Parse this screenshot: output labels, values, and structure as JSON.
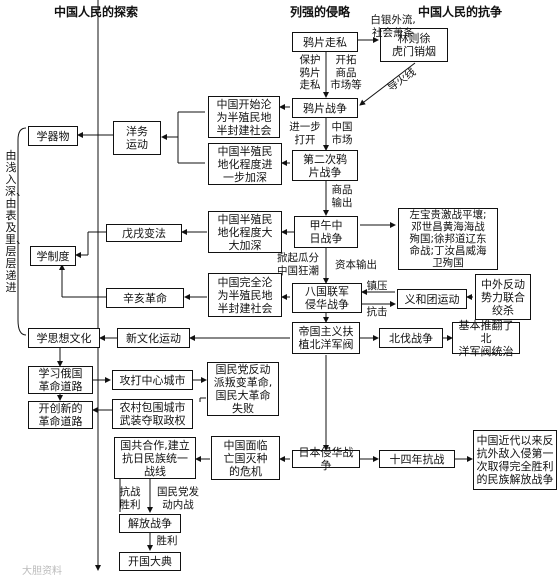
{
  "headers": {
    "col1": "中国人民的探索",
    "col2": "列强的侵略",
    "col3": "中国人民的抗争"
  },
  "left_vertical": "由浅入深、由表及里、层层递进",
  "boxes": {
    "yapian_zousi": "鸦片走私",
    "linzexu": "林则徐\n虎门销烟",
    "yapian_zhanzheng": "鸦片战争",
    "banzhimin_1": "中国开始沦\n为半殖民地\n半封建社会",
    "yangwu": "洋务\n运动",
    "xueqiwu": "学器物",
    "dierci": "第二次鸦\n片战争",
    "banzhimin_2": "中国半殖民\n地化程度进\n一步加深",
    "jiawu": "甲午中\n日战争",
    "banzhimin_3": "中国半殖民\n地化程度大\n大加深",
    "wuxu": "戊戌变法",
    "zuobao": "左宝贵激战平壤;\n邓世昌黄海海战\n殉国;徐邦道辽东\n命战;丁汝昌威海\n卫殉国",
    "xuezhidu": "学制度",
    "baguo": "八国联军\n侵华战争",
    "yihetuan": "义和团运动",
    "zhongwai": "中外反动\n势力联合\n绞杀",
    "banzhimin_4": "中国完全沦\n为半殖民地\n半封建社会",
    "xinhai": "辛亥革命",
    "xuesixiang": "学思想文化",
    "xinwenhua": "新文化运动",
    "diguo": "帝国主义扶\n植北洋军阀",
    "beifa": "北伐战争",
    "jiben": "基本推翻了北\n洋军阀统治",
    "xuexi_eguo": "学习俄国\n革命道路",
    "gongda": "攻打中心城市",
    "guomindang_fandong": "国民党反动\n派叛变革命,\n国民大革命\n失败",
    "kaichuang": "开创新的\n革命道路",
    "nongcun": "农村包围城市\n武装夺取政权",
    "guogong": "国共合作,建立\n抗日民族统一\n战线",
    "zhongguo_mianlin": "中国面临\n亡国灭种\n的危机",
    "riben": "日本侵华战争",
    "shisinian": "十四年抗战",
    "zhongguo_jindai": "中国近代以来反\n抗外敌入侵第一\n次取得完全胜利\n的民族解放战争",
    "jiefang": "解放战争",
    "kaiguo": "开国大典"
  },
  "labels": {
    "baiyin": "白银外流,\n社会萧条",
    "baohu": "保护\n鸦片\n走私",
    "kaituo": "开拓\n商品\n市场等",
    "jinyibu": "进一步\n打开",
    "zhongguo_shichang": "中国\n市场",
    "shangpin": "商品\n输出",
    "xianfeng": "导火线",
    "xianqi": "掀起瓜分\n中国狂潮",
    "ziben": "资本输出",
    "zhenya": "镇压",
    "kangji": "抗击",
    "kangzhan_shengli": "抗战\n胜利",
    "guomindang_fadong": "国民党发\n动内战",
    "shengli": "胜利"
  },
  "watermark": "大胆资料"
}
